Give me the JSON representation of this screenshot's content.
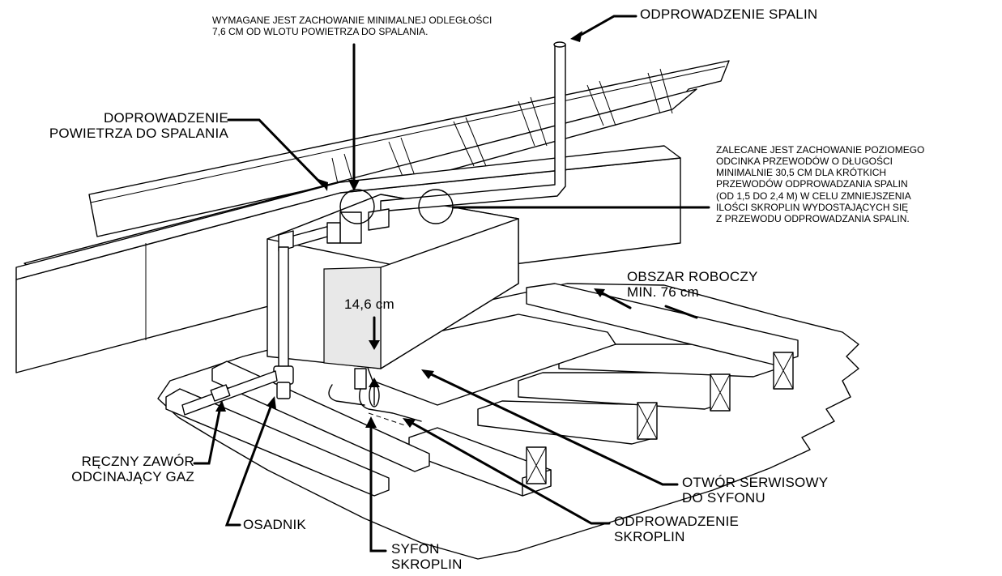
{
  "labels": {
    "min_distance_note": [
      "WYMAGANE JEST ZACHOWANIE MINIMALNEJ ODLEGŁOŚCI",
      "7,6 CM OD WLOTU POWIETRZA DO SPALANIA."
    ],
    "flue_exhaust": "ODPROWADZENIE SPALIN",
    "combustion_air_intake": [
      "DOPROWADZENIE",
      "POWIETRZA DO SPALANIA"
    ],
    "horizontal_pipe_note": [
      "ZALECANE JEST ZACHOWANIE POZIOMEGO",
      "ODCINKA PRZEWODÓW O DŁUGOŚCI",
      "MINIMALNIE 30,5 CM DLA KRÓTKICH",
      "PRZEWODÓW ODPROWADZANIA SPALIN",
      "(OD 1,5 DO 2,4 M) W CELU ZMNIEJSZENIA",
      "ILOŚCI SKROPLIN WYDOSTAJĄCYCH SIĘ",
      "Z PRZEWODU ODPROWADZANIA SPALIN."
    ],
    "work_area": [
      "OBSZAR ROBOCZY",
      "MIN. 76 cm"
    ],
    "clearance": "14,6 cm",
    "gas_valve": [
      "RĘCZNY ZAWÓR",
      "ODCINAJĄCY GAZ"
    ],
    "sediment_trap": "OSADNIK",
    "service_opening": [
      "OTWÓR SERWISOWY",
      "DO SYFONU"
    ],
    "condensate_drain": [
      "ODPROWADZENIE",
      "SKROPLIN"
    ],
    "condensate_trap": [
      "SYFON",
      "SKROPLIN"
    ]
  }
}
